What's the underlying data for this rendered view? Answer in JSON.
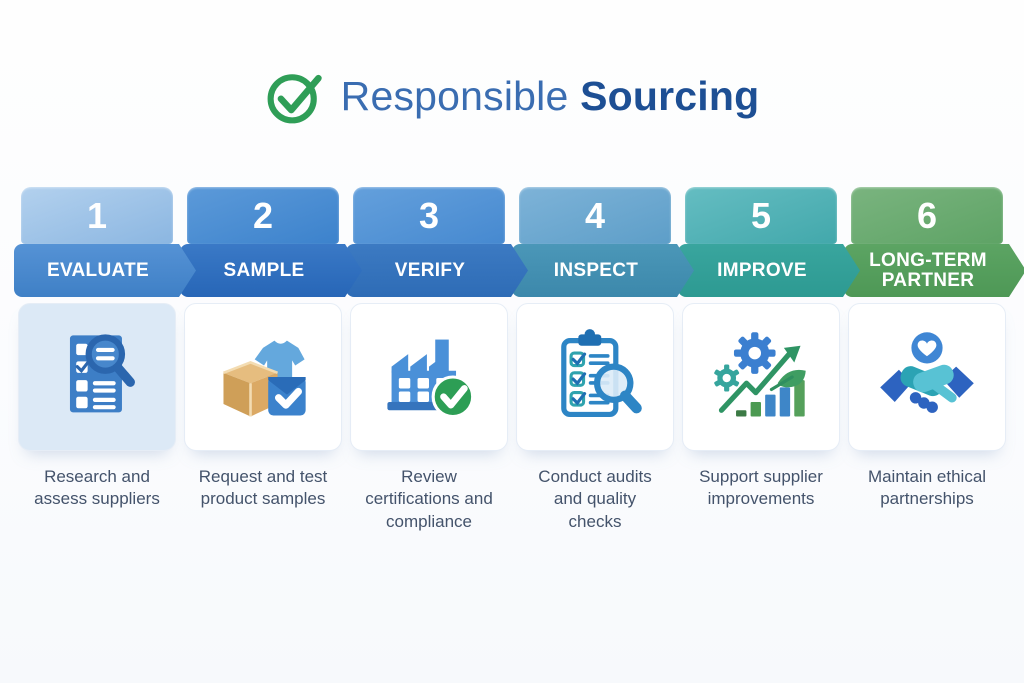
{
  "title": {
    "icon": "check-circle",
    "text": "Responsible",
    "emphasis": "Sourcing"
  },
  "colors": {
    "title_text": "#3a6db1",
    "title_emphasis": "#1d4f94",
    "title_check_green": "#2f9e57",
    "description_text": "#44536b",
    "background": "#fbfcfe"
  },
  "steps": [
    {
      "number": "1",
      "label": "EVALUATE",
      "description": "Research and assess suppliers",
      "icon": "checklist-magnifier",
      "style": "--box-a:#b3d1ee;--box-b:#8bb6e1;--arr-a:#5592d5;--arr-b:#3f80c6;--card-bg:#dce9f6"
    },
    {
      "number": "2",
      "label": "SAMPLE",
      "description": "Request and test product samples",
      "icon": "package-shirt-sample",
      "style": "--box-a:#5c9ad9;--box-b:#3c82cc;--arr-a:#3a79c6;--arr-b:#2766b7;--card-bg:#ffffff"
    },
    {
      "number": "3",
      "label": "VERIFY",
      "description": "Review certifications and compliance",
      "icon": "factory-check",
      "style": "--box-a:#64a0dc;--box-b:#4689d0;--arr-a:#3c7ac2;--arr-b:#2e6cb6;--card-bg:#ffffff"
    },
    {
      "number": "4",
      "label": "INSPECT",
      "description": "Conduct audits and quality checks",
      "icon": "clipboard-magnifier",
      "style": "--box-a:#7eb3d8;--box-b:#5d9ec8;--arr-a:#4b97b8;--arr-b:#3c88ab;--card-bg:#ffffff"
    },
    {
      "number": "5",
      "label": "IMPROVE",
      "description": "Support supplier improvements",
      "icon": "gears-growth",
      "style": "--box-a:#65bdc2;--box-b:#42a8ab;--arr-a:#39a59e;--arr-b:#2d9a92;--card-bg:#ffffff"
    },
    {
      "number": "6",
      "label": "LONG-TERM PARTNER",
      "description": "Maintain ethical partnerships",
      "icon": "handshake-heart",
      "style": "--box-a:#7ab47f;--box-b:#5ea365;--arr-a:#5ca463;--arr-b:#4e9856;--card-bg:#ffffff"
    }
  ]
}
